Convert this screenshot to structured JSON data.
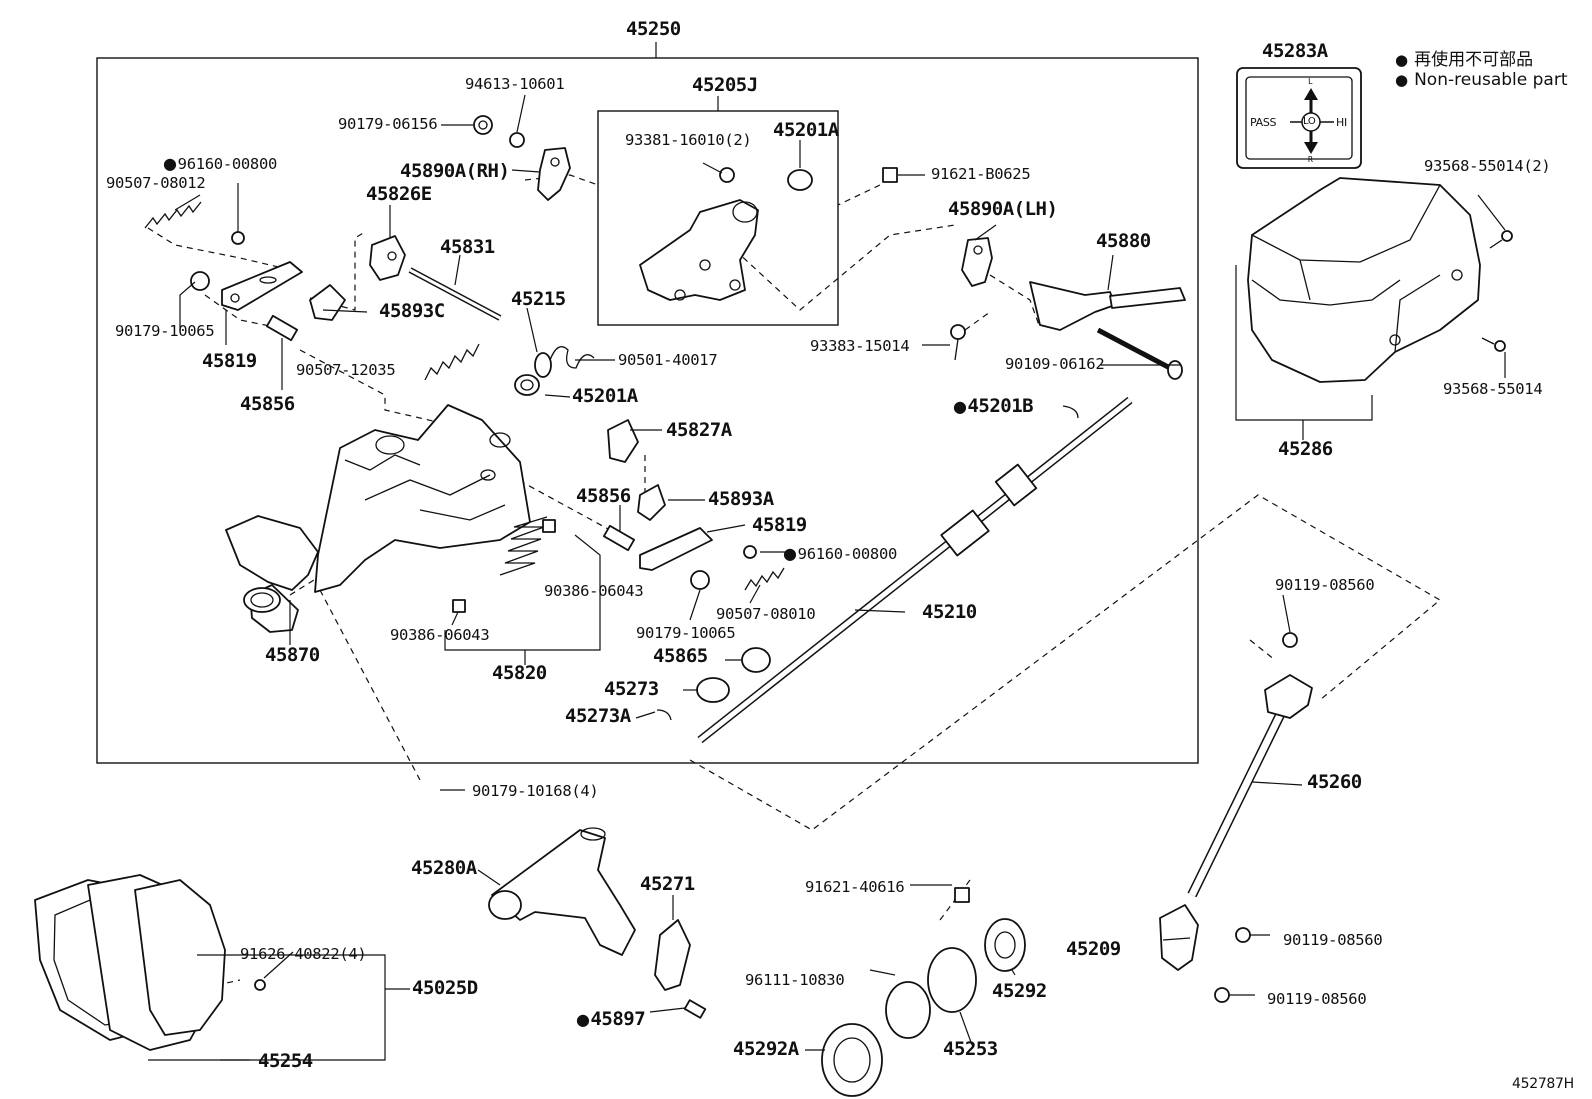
{
  "labels": {
    "l45250": "45250",
    "l45205J": "45205J",
    "l45283A": "45283A",
    "l94613": "94613-10601",
    "l90179_06156": "90179-06156",
    "l96160_a": "96160-00800",
    "l90507_08012": "90507-08012",
    "l45890A_RH": "45890A(RH)",
    "l93381": "93381-16010(2)",
    "l45201A_top": "45201A",
    "l91621_B0625": "91621-B0625",
    "l45826E": "45826E",
    "l45831": "45831",
    "l45890A_LH": "45890A(LH)",
    "l45880": "45880",
    "l45215": "45215",
    "l45893C": "45893C",
    "l90179_10065_a": "90179-10065",
    "l45819_a": "45819",
    "l90507_12035": "90507-12035",
    "l90501_40017": "90501-40017",
    "l93383": "93383-15014",
    "l90109_06162": "90109-06162",
    "l45856_a": "45856",
    "l45201A_mid": "45201A",
    "l45201B": "45201B",
    "l45827A": "45827A",
    "l45856_b": "45856",
    "l45893A": "45893A",
    "l45819_b": "45819",
    "l96160_b": "96160-00800",
    "l90386_06043_a": "90386-06043",
    "l90507_08010": "90507-08010",
    "l45210": "45210",
    "l90179_10065_b": "90179-10065",
    "l90386_06043_b": "90386-06043",
    "l45870": "45870",
    "l45865": "45865",
    "l45820": "45820",
    "l45273": "45273",
    "l45273A": "45273A",
    "l90179_10168": "90179-10168(4)",
    "l93568_55014_2": "93568-55014(2)",
    "l93568_55014": "93568-55014",
    "l45286": "45286",
    "l90119_08560_a": "90119-08560",
    "l45260": "45260",
    "l45280A": "45280A",
    "l45271": "45271",
    "l91621_40616": "91621-40616",
    "l91626_40822": "91626-40822(4)",
    "l45025D": "45025D",
    "l96111_10830": "96111-10830",
    "l45292": "45292",
    "l45209": "45209",
    "l90119_08560_b": "90119-08560",
    "l90119_08560_c": "90119-08560",
    "l45897": "45897",
    "l45292A": "45292A",
    "l45253": "45253",
    "l45254": "45254"
  },
  "legend": {
    "jp": "再使用不可部品",
    "en": "Non-reusable part"
  },
  "shift_plate": {
    "top": "L",
    "left": "PASS",
    "center": "LO",
    "right": "HI",
    "bottom": "R"
  },
  "figure_id": "452787H"
}
